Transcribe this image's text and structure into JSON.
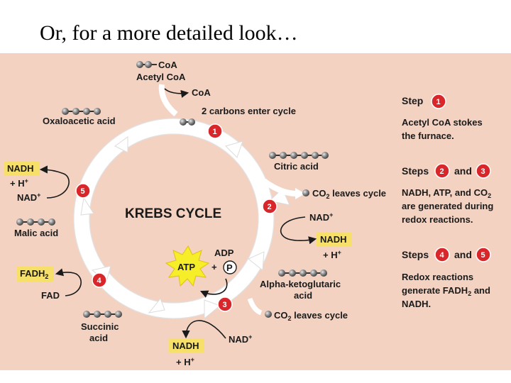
{
  "slide": {
    "title": "Or, for a more detailed look…"
  },
  "diagram": {
    "cycle_title": "KREBS CYCLE",
    "inputs": {
      "coa_group": "CoA",
      "acetyl_coa": "Acetyl CoA",
      "coa_released": "CoA",
      "carbons_enter": "2 carbons enter cycle"
    },
    "molecules": {
      "oxaloacetic": "Oxaloacetic acid",
      "citric": "Citric acid",
      "alpha_ketoglutaric_1": "Alpha-ketoglutaric",
      "alpha_ketoglutaric_2": "acid",
      "succinic_1": "Succinic",
      "succinic_2": "acid",
      "malic": "Malic acid"
    },
    "co2": {
      "prefix": "CO",
      "sub": "2",
      "suffix": " leaves cycle"
    },
    "carriers": {
      "nadh": "NADH",
      "nad_plus": "NAD",
      "h_plus": "+ H",
      "plus_sign": "+",
      "fadh": "FADH",
      "fadh_sub": "2",
      "fad": "FAD",
      "adp": "ADP",
      "atp": "ATP",
      "p": "P"
    },
    "steps": [
      "1",
      "2",
      "3",
      "4",
      "5"
    ],
    "colors": {
      "background": "#f3d2c2",
      "step_red": "#d8262a",
      "highlight_yellow": "#f7e06a",
      "atp_burst": "#f7ee2a",
      "cycle_ring": "#ffffff"
    }
  },
  "legend": {
    "step_label": "Step",
    "steps_label": "Steps",
    "and_label": "and",
    "step1_desc_1": "Acetyl CoA stokes",
    "step1_desc_2": "the furnace.",
    "step23_desc_1a": "NADH, ATP, and CO",
    "step23_desc_1b": "2",
    "step23_desc_2": "are generated during",
    "step23_desc_3": "redox reactions.",
    "step45_desc_1": "Redox reactions",
    "step45_desc_2a": "generate FADH",
    "step45_desc_2b": "2",
    "step45_desc_2c": " and",
    "step45_desc_3": "NADH."
  }
}
